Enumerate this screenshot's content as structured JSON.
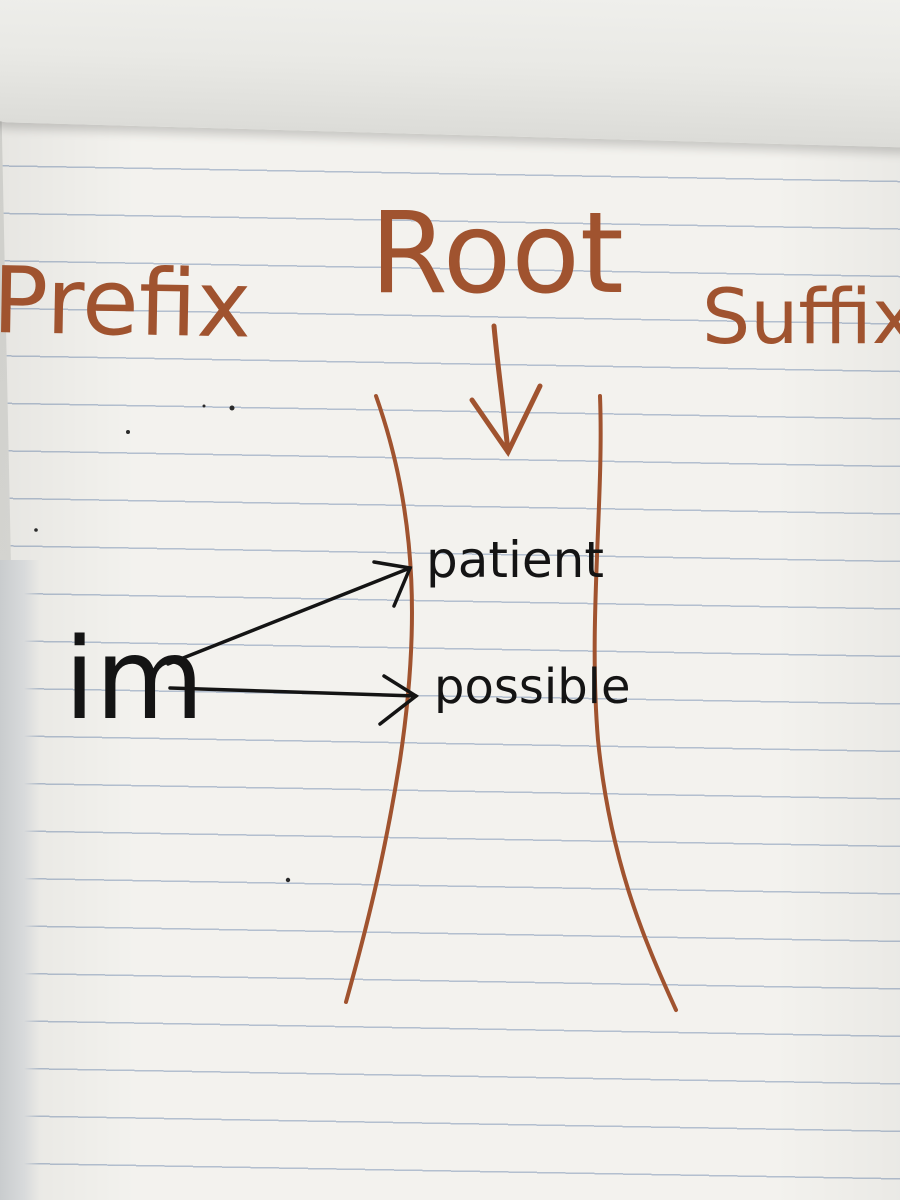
{
  "chart_headers": {
    "prefix": "Prefix",
    "root": "Root",
    "suffix": "Suffix"
  },
  "prefix_word": "im",
  "root_words": [
    "patient",
    "possible"
  ],
  "colors": {
    "orange_marker": "#a0532f",
    "black_marker": "#141414",
    "paper": "#f3f2ee",
    "rule_lines": "#b3bfcf"
  }
}
